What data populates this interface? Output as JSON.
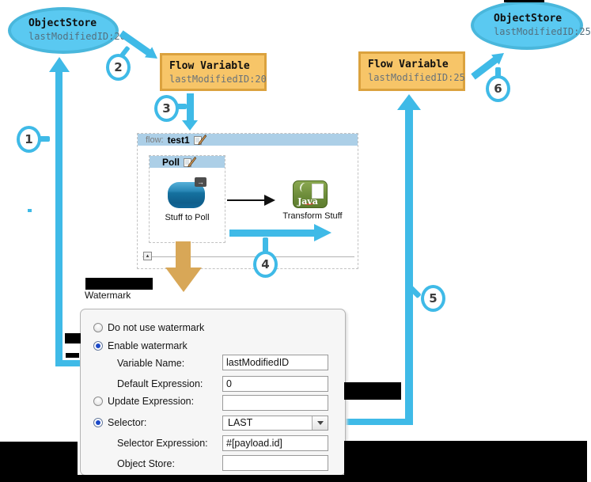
{
  "colors": {
    "accent_cyan": "#3fbae7",
    "store_fill": "#5ac9f1",
    "flow_variable_fill": "#f7c568",
    "flow_header_blue": "#accfe7",
    "watermark_arrow_tan": "#d8a757"
  },
  "stores": {
    "before": {
      "title": "ObjectStore",
      "value": "lastModifiedID:20"
    },
    "after": {
      "title": "ObjectStore",
      "value": "lastModifiedID:25"
    }
  },
  "flow_vars": {
    "before": {
      "title": "Flow Variable",
      "value": "lastModifiedID:20"
    },
    "after": {
      "title": "Flow Variable",
      "value": "lastModifiedID:25"
    }
  },
  "steps": [
    "1",
    "2",
    "3",
    "4",
    "5",
    "6"
  ],
  "flow": {
    "label_prefix": "flow:",
    "name": "test1",
    "poll_label": "Poll",
    "source_label": "Stuff to Poll",
    "transform_label": "Transform Stuff",
    "java_label": "Java"
  },
  "icons": {
    "outbound_arrow": "→",
    "collapse": "▴"
  },
  "panel": {
    "title": "Watermark",
    "radios": {
      "disable": "Do not use watermark",
      "enable": "Enable watermark"
    },
    "fields": {
      "variable_name": {
        "label": "Variable Name:",
        "value": "lastModifiedID"
      },
      "default_expression": {
        "label": "Default Expression:",
        "value": "0"
      },
      "update_expression": {
        "label": "Update Expression:",
        "value": ""
      },
      "selector": {
        "label": "Selector:",
        "value": "LAST"
      },
      "selector_expression": {
        "label": "Selector Expression:",
        "value": "#[payload.id]"
      },
      "object_store": {
        "label": "Object Store:",
        "value": ""
      }
    }
  }
}
